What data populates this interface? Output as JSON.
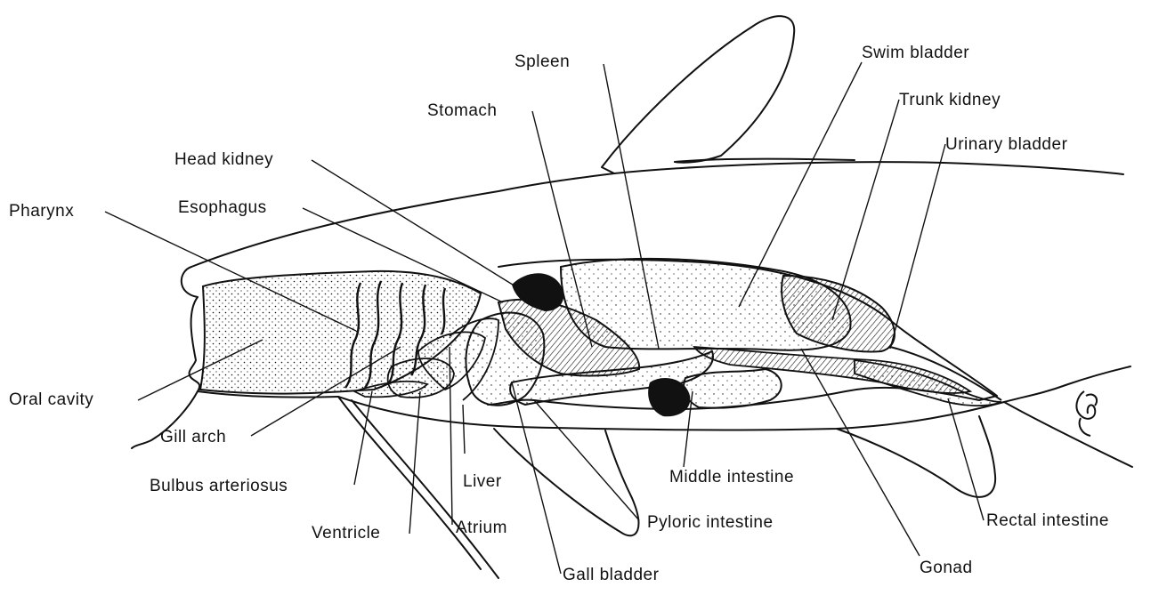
{
  "labels": {
    "spleen": "Spleen",
    "swim_bladder": "Swim  bladder",
    "stomach": "Stomach",
    "trunk_kidney": "Trunk kidney",
    "urinary_bladder": "Urinary  bladder",
    "head_kidney": "Head kidney",
    "esophagus": "Esophagus",
    "pharynx": "Pharynx",
    "oral_cavity": "Oral  cavity",
    "gill_arch": "Gill  arch",
    "bulbus_arteriosus": "Bulbus  arteriosus",
    "liver": "Liver",
    "middle_intestine": "Middle  intestine",
    "ventricle": "Ventricle",
    "atrium": "Atrium",
    "pyloric_intestine": "Pyloric  intestine",
    "rectal_intestine": "Rectal  intestine",
    "gall_bladder": "Gall  bladder",
    "gonad": "Gonad"
  },
  "colors": {
    "ink": "#111111",
    "background": "#ffffff"
  }
}
